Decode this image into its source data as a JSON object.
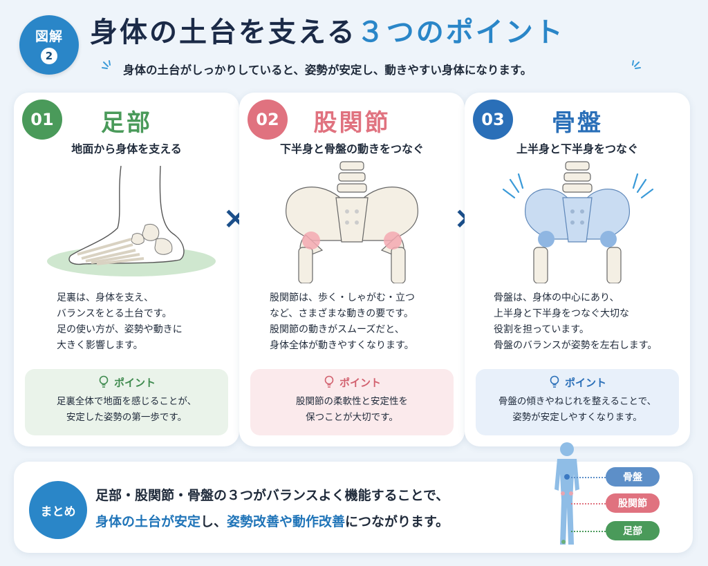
{
  "header": {
    "badge_label": "図解",
    "badge_number": "2",
    "title_main": "身体の土台を支える",
    "title_accent": "３つのポイント",
    "subtitle": "身体の土台がしっかりしていると、姿勢が安定し、動きやすい身体になります。"
  },
  "colors": {
    "green": "#4a9a5a",
    "pink": "#e0727f",
    "blue": "#2a6fb8",
    "primary": "#2a86c8"
  },
  "cards": [
    {
      "number": "01",
      "name": "足部",
      "subtitle": "地面から身体を支える",
      "illustration": "foot-skeleton",
      "body": [
        "足裏は、身体を支え、",
        "バランスをとる土台です。",
        "足の使い方が、姿勢や動きに",
        "大きく影響します。"
      ],
      "point_label": "ポイント",
      "point_text": [
        "足裏全体で地面を感じることが、",
        "安定した姿勢の第一歩です。"
      ]
    },
    {
      "number": "02",
      "name": "股関節",
      "subtitle": "下半身と骨盤の動きをつなぐ",
      "illustration": "pelvis-hip-joint",
      "body": [
        "股関節は、歩く・しゃがむ・立つ",
        "など、さまざまな動きの要です。",
        "股関節の動きがスムーズだと、",
        "身体全体が動きやすくなります。"
      ],
      "point_label": "ポイント",
      "point_text": [
        "股関節の柔軟性と安定性を",
        "保つことが大切です。"
      ]
    },
    {
      "number": "03",
      "name": "骨盤",
      "subtitle": "上半身と下半身をつなぐ",
      "illustration": "pelvis-highlighted",
      "body": [
        "骨盤は、身体の中心にあり、",
        "上半身と下半身をつなぐ大切な",
        "役割を担っています。",
        "骨盤のバランスが姿勢を左右します。"
      ],
      "point_label": "ポイント",
      "point_text": [
        "骨盤の傾きやねじれを整えることで、",
        "姿勢が安定しやすくなります。"
      ]
    }
  ],
  "times_symbol": "×",
  "summary": {
    "label": "まとめ",
    "line1": "足部・股関節・骨盤の３つがバランスよく機能することで、",
    "line2_hl1": "身体の土台が安定",
    "line2_mid": "し、",
    "line2_hl2": "姿勢改善や動作改善",
    "line2_end": "につながります。",
    "tags": [
      "骨盤",
      "股関節",
      "足部"
    ]
  }
}
